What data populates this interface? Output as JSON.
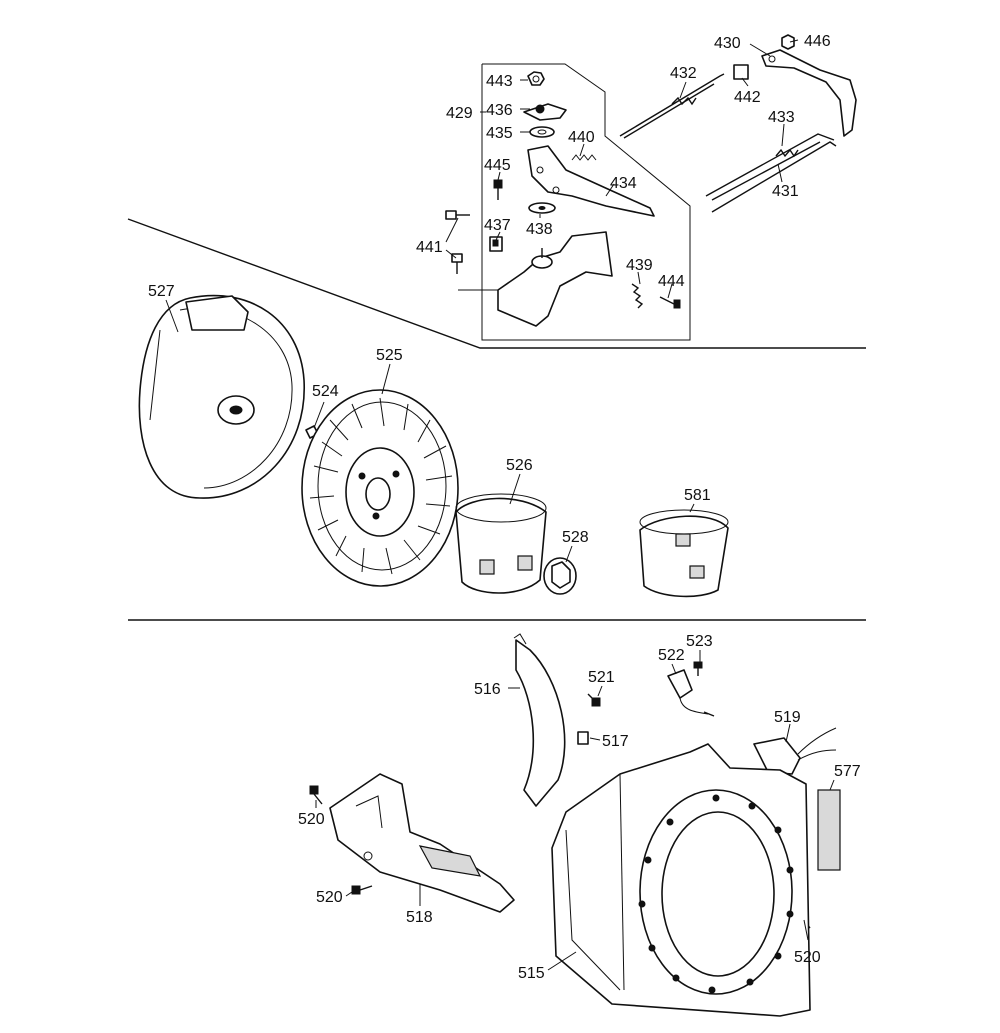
{
  "diagram": {
    "labels": {
      "p430": "430",
      "p446": "446",
      "p432": "432",
      "p442": "442",
      "p443": "443",
      "p429": "429",
      "p436": "436",
      "p435": "435",
      "p440": "440",
      "p433": "433",
      "p445": "445",
      "p434": "434",
      "p431": "431",
      "p437": "437",
      "p438": "438",
      "p441": "441",
      "p439": "439",
      "p444": "444",
      "p527": "527",
      "p525": "525",
      "p524": "524",
      "p526": "526",
      "p581": "581",
      "p528": "528",
      "p523": "523",
      "p522": "522",
      "p521": "521",
      "p516": "516",
      "p519": "519",
      "p517": "517",
      "p577": "577",
      "p520a": "520",
      "p520b": "520",
      "p518": "518",
      "p520c": "520",
      "p515": "515"
    }
  }
}
